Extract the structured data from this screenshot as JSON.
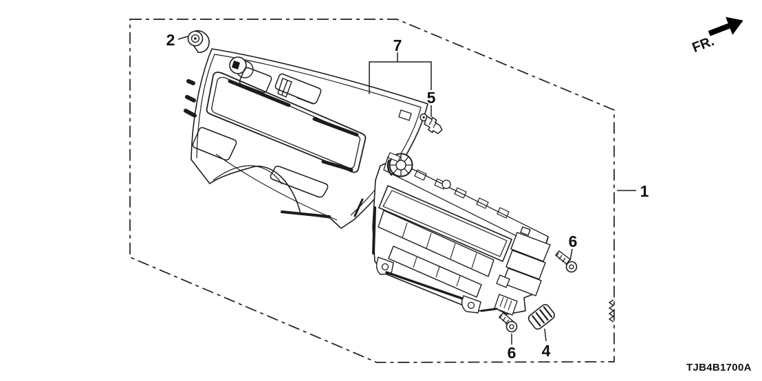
{
  "diagram": {
    "part_code": "TJB4B1700A",
    "direction_label": "FR.",
    "callouts": [
      {
        "label": "1"
      },
      {
        "label": "2"
      },
      {
        "label": "4"
      },
      {
        "label": "5"
      },
      {
        "label": "6"
      },
      {
        "label": "6"
      },
      {
        "label": "7"
      }
    ]
  },
  "colors": {
    "line": "#1c1c1c",
    "background": "#ffffff"
  }
}
